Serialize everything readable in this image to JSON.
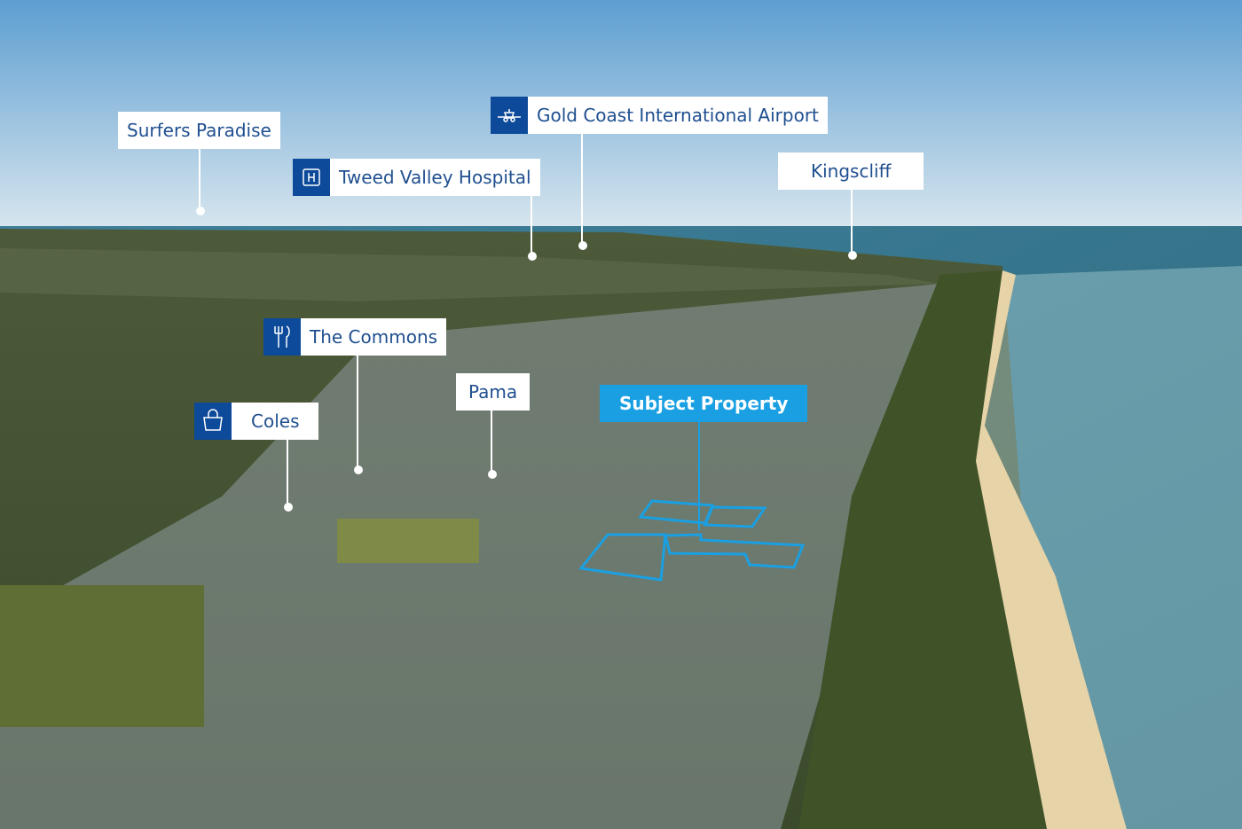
{
  "labels": {
    "surfers": "Surfers Paradise",
    "airport": "Gold Coast International Airport",
    "hospital": "Tweed Valley Hospital",
    "kingscliff": "Kingscliff",
    "commons": "The Commons",
    "pama": "Pama",
    "coles": "Coles",
    "subject": "Subject Property"
  },
  "icons": {
    "airport": "airplane-icon",
    "hospital": "hospital-icon",
    "commons": "restaurant-icon",
    "coles": "shopping-bag-icon"
  },
  "colors": {
    "icon_bg": "#0d4a9a",
    "label_text": "#1f4f8f",
    "subject": "#1aa0e2"
  }
}
